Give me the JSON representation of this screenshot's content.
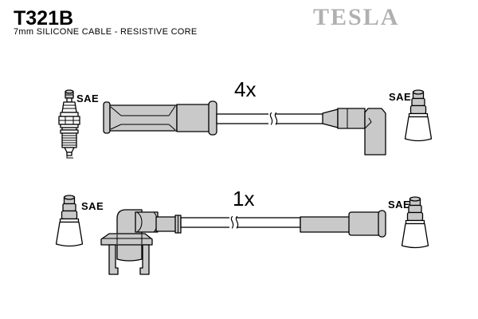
{
  "header": {
    "part_number": "T321B",
    "subtitle": "7mm SILICONE CABLE - RESISTIVE CORE",
    "brand": "TESLA"
  },
  "diagram": {
    "rows": [
      {
        "quantity": "4x",
        "left_label": "SAE",
        "right_label": "SAE"
      },
      {
        "quantity": "1x",
        "left_label": "SAE",
        "right_label": "SAE"
      }
    ]
  },
  "colors": {
    "part_fill": "#c9c9c9",
    "outline": "#000000",
    "brand_gray": "#b0b0b0",
    "background": "#ffffff",
    "text": "#000000"
  }
}
